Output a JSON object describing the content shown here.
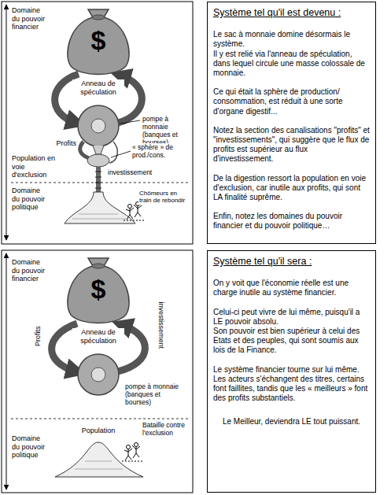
{
  "diagram": {
    "nodes": [
      {
        "text": [
          "Système tel qu'il est devenu :",
          "Le sac à monnaie domine désormais le système.",
          "Il y est relié via l'anneau de spéculation, dans lequel circule une masse colossale de monnaie.",
          "Ce qui était la sphère de production/ consommation, est réduit à une sorte d'organe digestif...",
          "Notez la section des canalisations \"profits\" et \"investissements\", qui suggère que le flux de profits est supérieur au flux d'investissement.",
          "De la digestion ressort la population en voie d'exclusion, car inutile aux profits, qui sont LA finalité suprême.",
          "Enfin, notez les domaines du pouvoir financier et du pouvoir politique…"
        ]
      },
      {
        "text": [
          "Système tel qu'il sera :",
          "On y voit que l'économie réelle est une charge inutile au système financier.",
          "Celui-ci peut vivre de lui même, puisqu'il a LE pouvoir absolu.",
          "Son pouvoir est bien supérieur à celui des Etats et des peuples, qui sont soumis aux lois de la Finance.",
          "Le système financier tourne sur lui même. Les acteurs s'échangent des titres, certains font faillites, tandis que les « meilleurs » font des profits substantiels.",
          "Le Meilleur, deviendra LE tout puissant."
        ]
      }
    ],
    "labels": [
      "Domaine du pouvoir financier",
      "$",
      "Anneau de spéculation",
      "pompe à monnaie (banques et bourses)",
      "Profits",
      "« sphère » de prod./cons.",
      "Population en voie d'exclusion",
      "investissement",
      "Domaine du pouvoir politique",
      "Chômeurs en train de rebondir",
      "Domaine du pouvoir financier",
      "$",
      "Anneau de spéculation",
      "Profits",
      "investissement",
      "pompe à monnaie (banques et bourses)",
      "Population",
      "Bataille contre l'exclusion",
      "Domaine du pouvoir politique"
    ]
  }
}
